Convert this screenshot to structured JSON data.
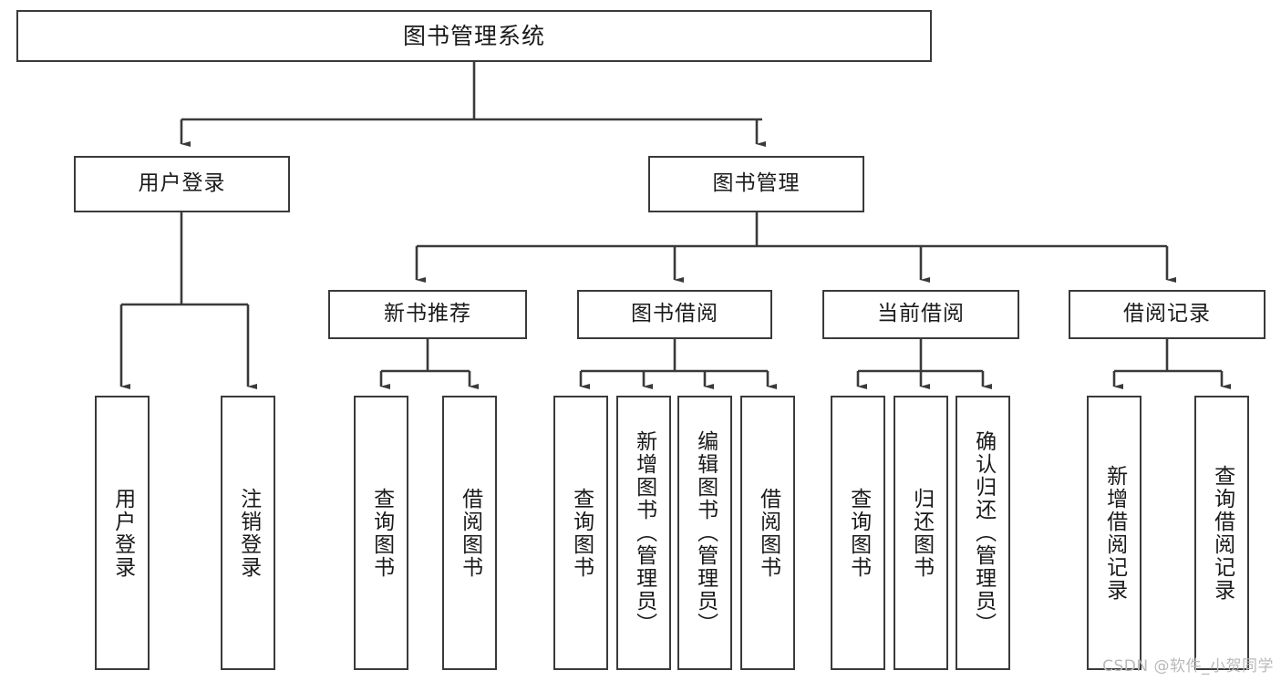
{
  "diagram": {
    "title": "图书管理系统",
    "root": {
      "label": "图书管理系统"
    },
    "level1": [
      {
        "label": "用户登录"
      },
      {
        "label": "图书管理"
      }
    ],
    "level2": [
      {
        "label": "新书推荐"
      },
      {
        "label": "图书借阅"
      },
      {
        "label": "当前借阅"
      },
      {
        "label": "借阅记录"
      }
    ],
    "leaves": {
      "user_login": [
        {
          "label": "用户登录"
        },
        {
          "label": "注销登录"
        }
      ],
      "new_book_recommend": [
        {
          "label": "查询图书"
        },
        {
          "label": "借阅图书"
        }
      ],
      "book_borrow": [
        {
          "label": "查询图书"
        },
        {
          "label": "新增图书（管理员）"
        },
        {
          "label": "编辑图书（管理员）"
        },
        {
          "label": "借阅图书"
        }
      ],
      "current_borrow": [
        {
          "label": "查询图书"
        },
        {
          "label": "归还图书"
        },
        {
          "label": "确认归还（管理员）"
        }
      ],
      "borrow_records": [
        {
          "label": "新增借阅记录"
        },
        {
          "label": "查询借阅记录"
        }
      ]
    }
  },
  "watermark": {
    "text": "CSDN @软件_小贺同学"
  },
  "colors": {
    "line": "#3a3a3a",
    "box_border": "#3a3a3a",
    "background": "#ffffff",
    "text": "#1a1a1a",
    "watermark": "#b9b9b9"
  }
}
